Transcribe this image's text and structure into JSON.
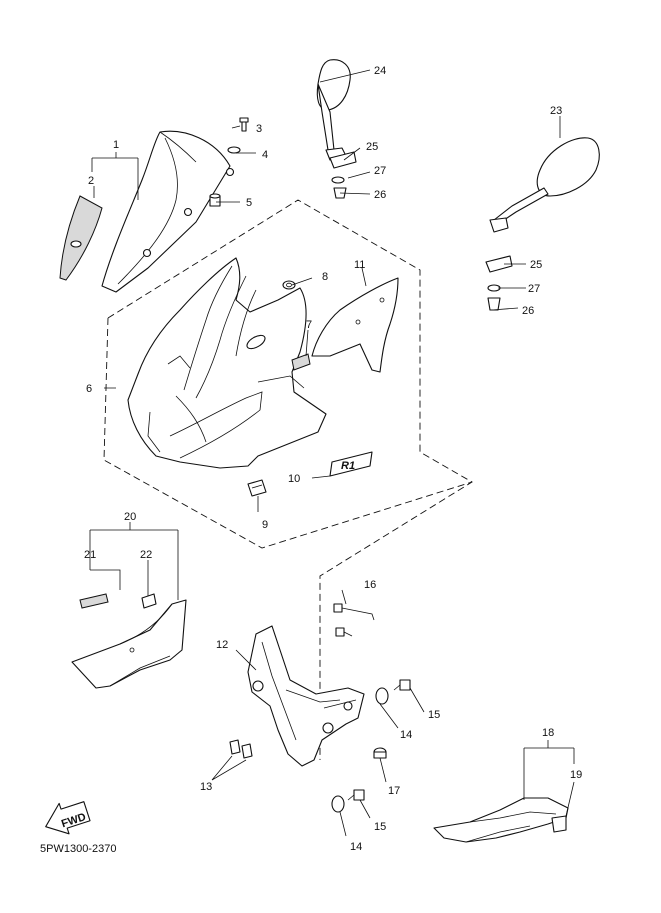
{
  "diagram_code": "5PW1300-2370",
  "fwd_label": "FWD",
  "emblem_text": "R1",
  "callouts": {
    "c1": "1",
    "c2": "2",
    "c3": "3",
    "c4": "4",
    "c5": "5",
    "c6": "6",
    "c7": "7",
    "c8": "8",
    "c9": "9",
    "c10": "10",
    "c11": "11",
    "c12": "12",
    "c13": "13",
    "c14a": "14",
    "c14b": "14",
    "c15a": "15",
    "c15b": "15",
    "c16": "16",
    "c17": "17",
    "c18": "18",
    "c19": "19",
    "c20": "20",
    "c21": "21",
    "c22": "22",
    "c23": "23",
    "c24": "24",
    "c25a": "25",
    "c25b": "25",
    "c26a": "26",
    "c26b": "26",
    "c27a": "27",
    "c27b": "27"
  }
}
